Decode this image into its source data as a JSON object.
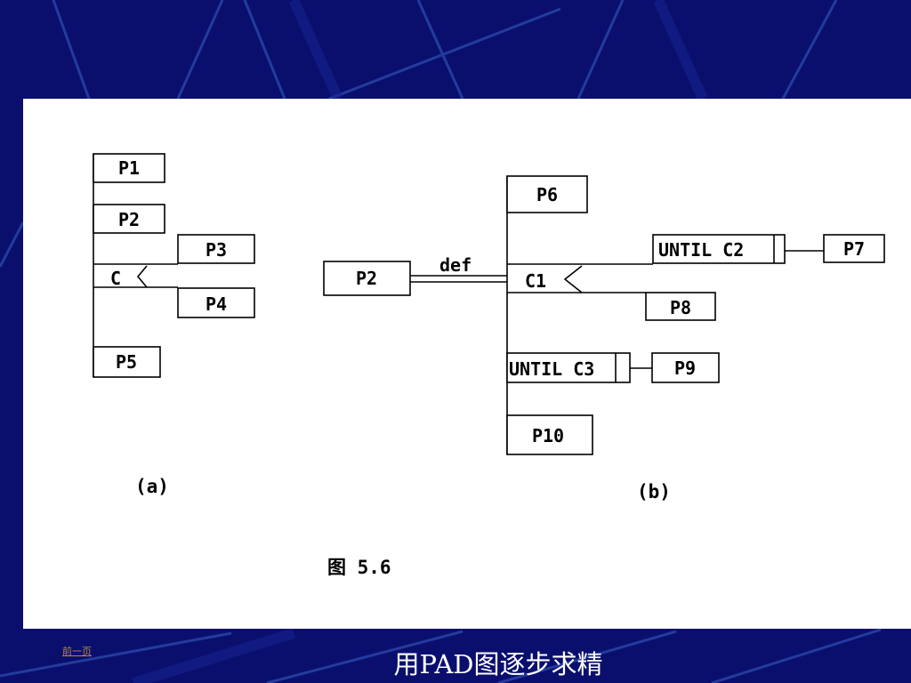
{
  "slide": {
    "title": "用PAD图逐步求精",
    "prev_link": "前一页"
  },
  "diagram": {
    "figure_caption": "图 5.6",
    "a": {
      "caption": "(a)",
      "p1": "P1",
      "p2": "P2",
      "p3": "P3",
      "condition": "C",
      "p4": "P4",
      "p5": "P5"
    },
    "b": {
      "caption": "(b)",
      "p2": "P2",
      "def": "def",
      "p6": "P6",
      "until_c2": "UNTIL C2",
      "p7": "P7",
      "c1": "C1",
      "p8": "P8",
      "until_c3": "UNTIL C3",
      "p9": "P9",
      "p10": "P10"
    }
  },
  "colors": {
    "background": "#0a0f6e",
    "panel": "#ffffff",
    "link": "#b58a3c"
  }
}
